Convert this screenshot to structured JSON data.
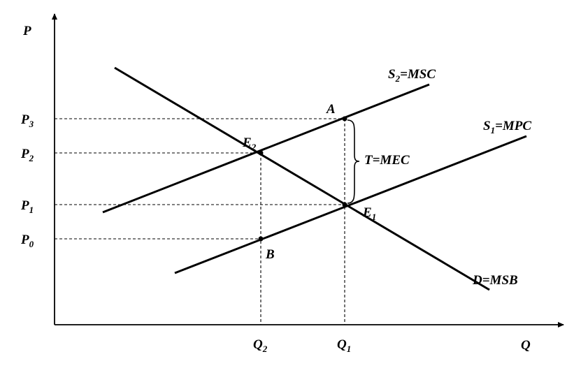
{
  "axes": {
    "y_label": "P",
    "x_label": "Q"
  },
  "price_levels": [
    {
      "main": "P",
      "sub": "3"
    },
    {
      "main": "P",
      "sub": "2"
    },
    {
      "main": "P",
      "sub": "1"
    },
    {
      "main": "P",
      "sub": "0"
    }
  ],
  "quantity_levels": [
    {
      "main": "Q",
      "sub": "2"
    },
    {
      "main": "Q",
      "sub": "1"
    }
  ],
  "curves": {
    "msc": {
      "pre": "S",
      "sub": "2",
      "post": "=MSC"
    },
    "mpc": {
      "pre": "S",
      "sub": "1",
      "post": "=MPC"
    },
    "msb": "D=MSB"
  },
  "points": {
    "a": "A",
    "b": "B",
    "e2": {
      "main": "E",
      "sub": "2"
    },
    "e1": {
      "main": "E",
      "sub": "1"
    }
  },
  "tax_label": "T=MEC"
}
